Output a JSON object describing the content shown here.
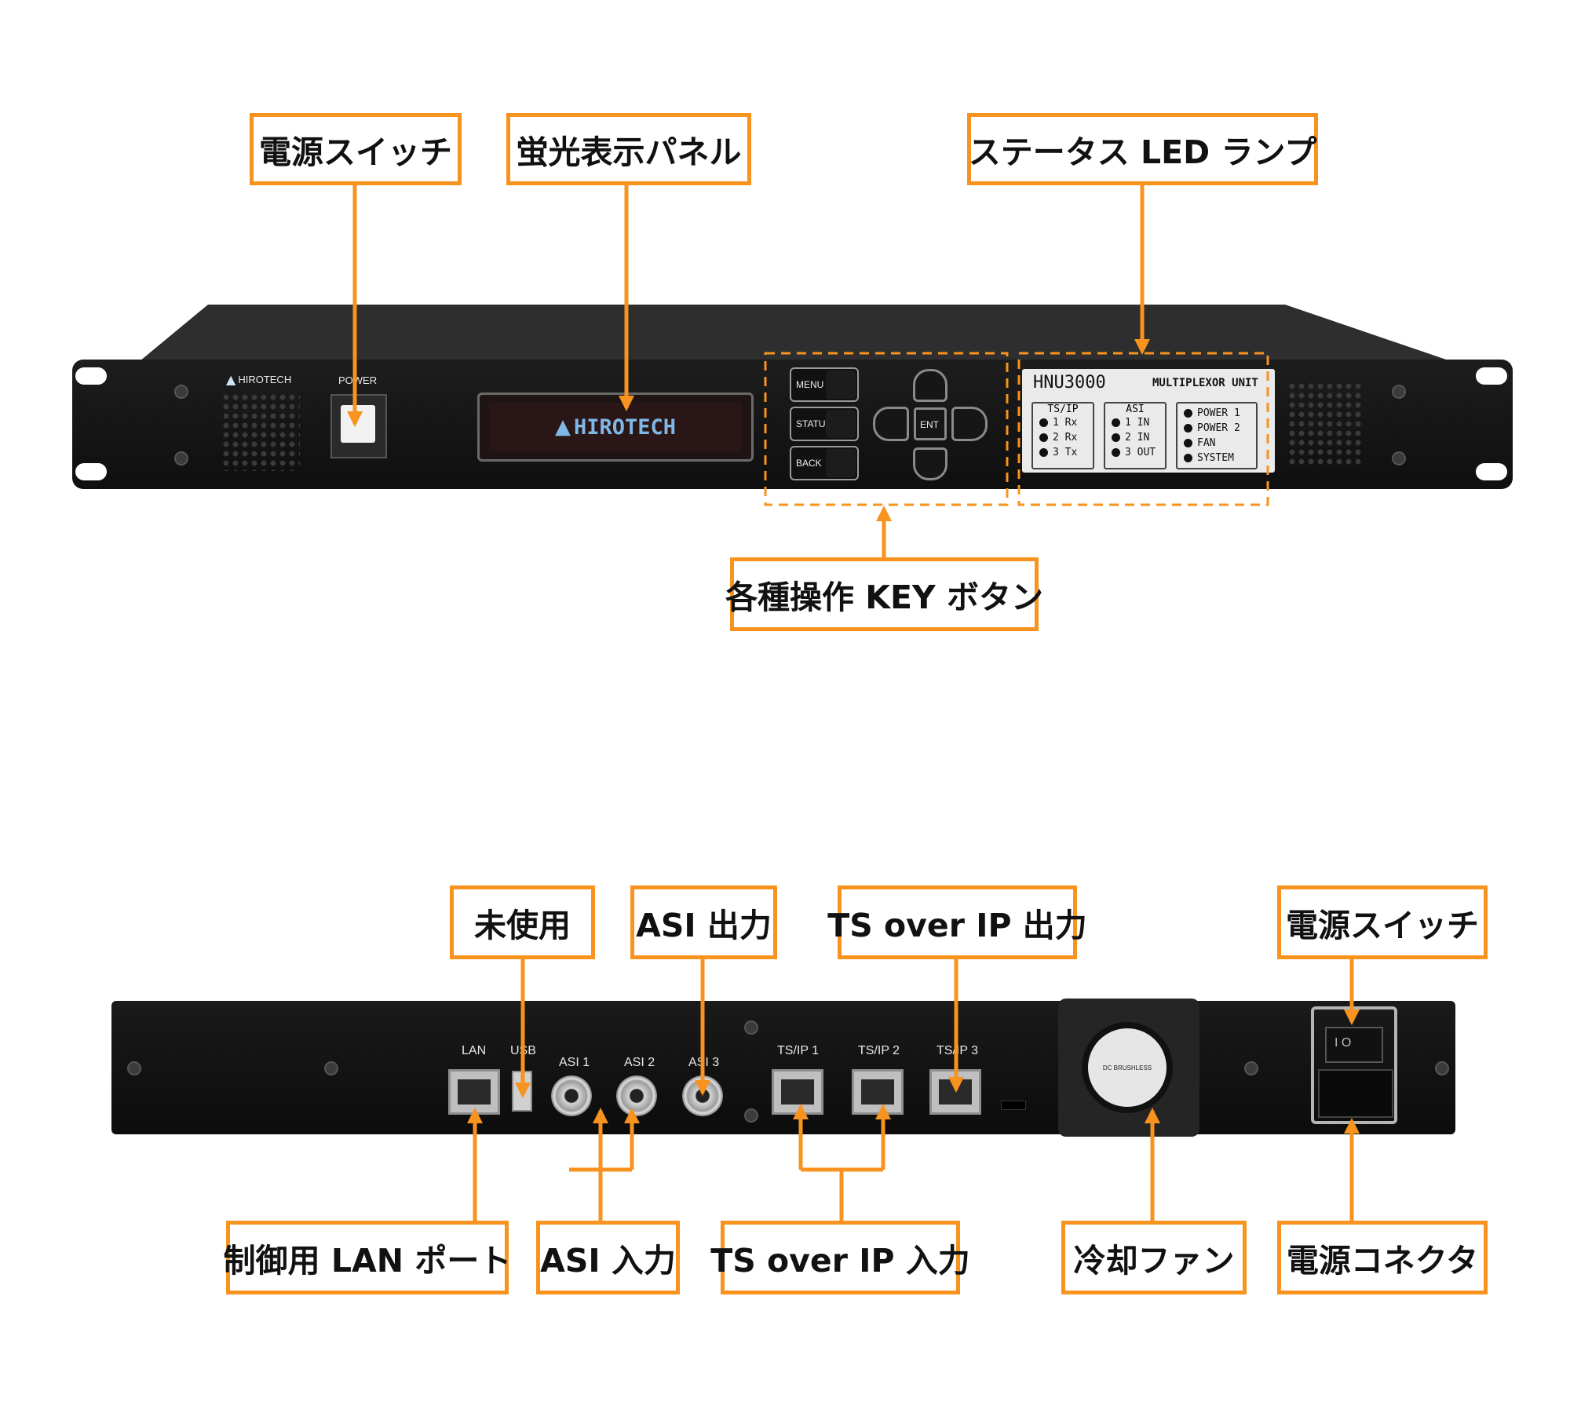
{
  "callouts": {
    "front_power_switch": "電源スイッチ",
    "fluorescent_panel": "蛍光表示パネル",
    "status_led": "ステータス LED ランプ",
    "key_buttons": "各種操作 KEY ボタン",
    "unused": "未使用",
    "asi_output": "ASI 出力",
    "tsoip_output": "TS over IP 出力",
    "rear_power_switch": "電源スイッチ",
    "control_lan": "制御用 LAN ポート",
    "asi_input": "ASI 入力",
    "tsoip_input": "TS over IP 入力",
    "cooling_fan": "冷却ファン",
    "power_connector": "電源コネクタ"
  },
  "front_panel": {
    "brand": "HIROTECH",
    "power_label": "POWER",
    "display_text": "HIROTECH",
    "keys": {
      "menu": "MENU",
      "status": "STATUS",
      "back": "BACK",
      "enter": "ENT"
    },
    "status_panel": {
      "model": "HNU3000",
      "subtitle": "MULTIPLEXOR UNIT",
      "tsip": {
        "title": "TS/IP",
        "items": [
          "1 Rx",
          "2 Rx",
          "3 Tx"
        ]
      },
      "asi": {
        "title": "ASI",
        "items": [
          "1 IN",
          "2 IN",
          "3 OUT"
        ]
      },
      "system": {
        "items": [
          "POWER 1",
          "POWER 2",
          "FAN",
          "SYSTEM"
        ]
      }
    }
  },
  "rear_panel": {
    "port_labels": [
      "LAN",
      "USB",
      "ASI 1",
      "ASI 2",
      "ASI 3",
      "TS/IP 1",
      "TS/IP 2",
      "TS/IP 3"
    ],
    "fan_text": "DC BRUSHLESS",
    "switch_marks": "I  O"
  },
  "colors": {
    "accent": "#f7931e",
    "chassis": "#141414",
    "vfd": "#7fb8e6"
  }
}
